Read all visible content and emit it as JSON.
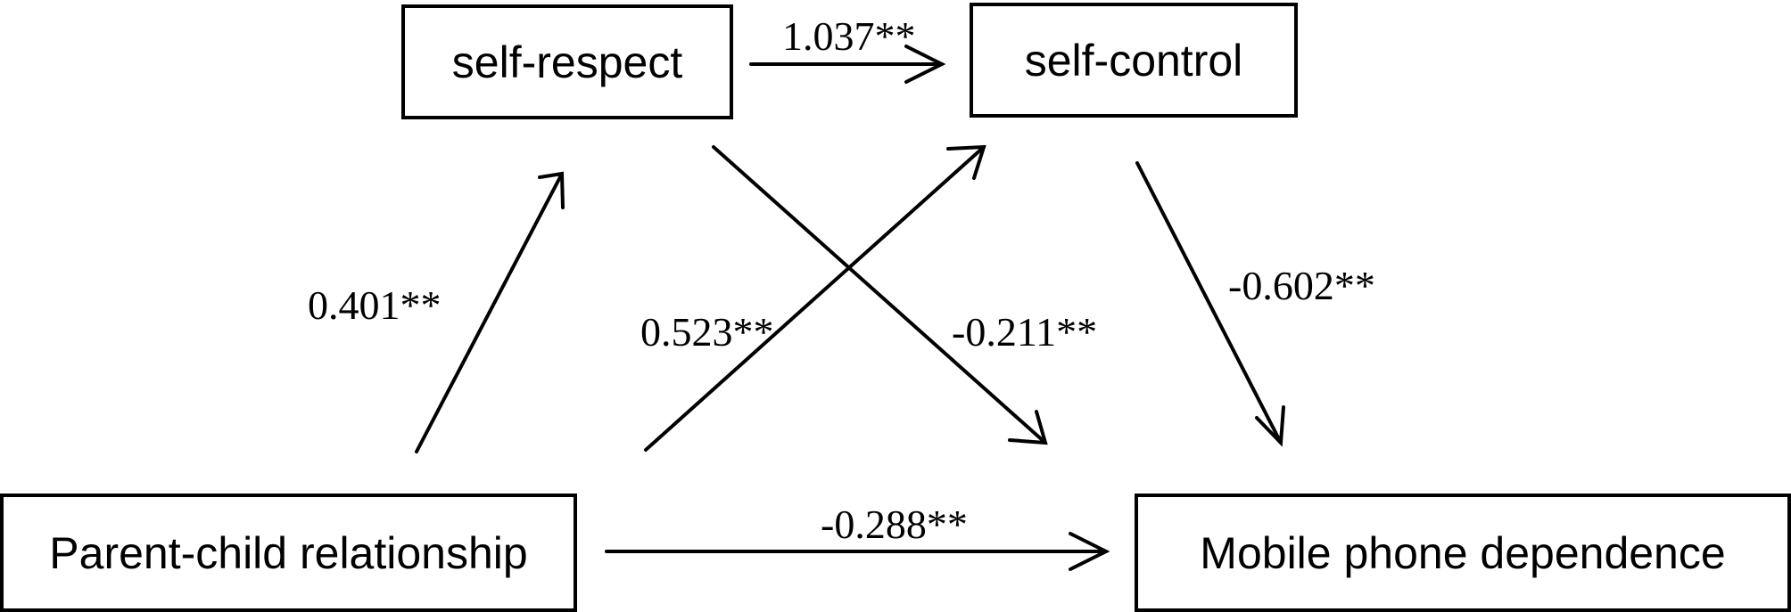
{
  "nodes": {
    "self_respect": "self-respect",
    "self_control": "self-control",
    "parent_child": "Parent-child relationship",
    "mobile_phone": "Mobile phone dependence"
  },
  "coefficients": {
    "self_respect_to_self_control": "1.037**",
    "parent_child_to_self_respect": "0.401**",
    "parent_child_to_self_control": "0.523**",
    "self_respect_to_mobile_phone": "-0.211**",
    "self_control_to_mobile_phone": "-0.602**",
    "parent_child_to_mobile_phone": "-0.288**"
  },
  "colors": {
    "stroke": "#000000",
    "background": "#ffffff"
  }
}
